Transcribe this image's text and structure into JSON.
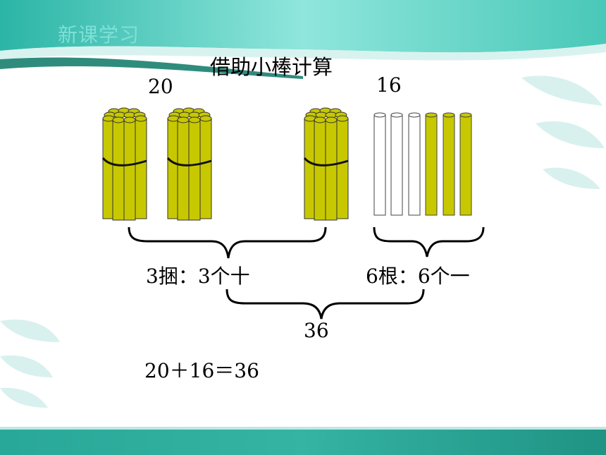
{
  "section_title": "新课学习",
  "subtitle": "借助小棒计算",
  "tens_group_number": "20",
  "ones_group_number": "16",
  "tens_label": "3捆：3个十",
  "ones_label": "6根：6个一",
  "total_number": "36",
  "equation": "20＋16＝36",
  "colors": {
    "stick_yellow": "#c8c800",
    "header_teal": "#1c9a8a",
    "title_teal": "#7fe0d8"
  }
}
